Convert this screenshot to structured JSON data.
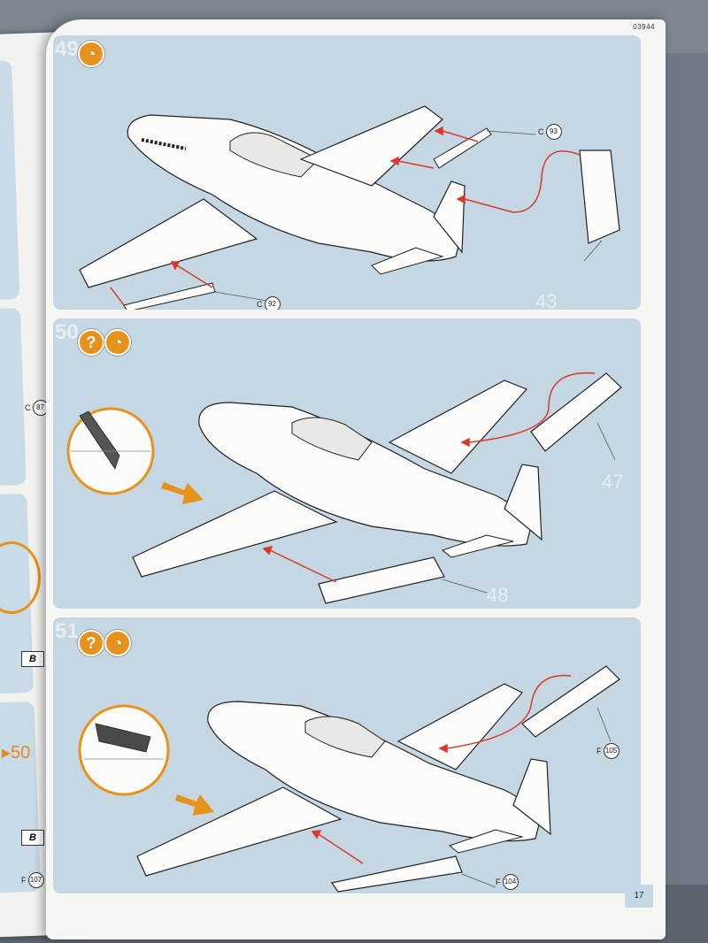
{
  "page": {
    "code": "03944",
    "page_number": "17"
  },
  "steps": [
    {
      "number": "49",
      "parts": [
        {
          "label": "43"
        }
      ],
      "callouts": [
        {
          "sprue": "C",
          "part": "93"
        },
        {
          "sprue": "C",
          "part": "92"
        }
      ]
    },
    {
      "number": "50",
      "parts": [
        {
          "label": "47"
        },
        {
          "label": "48"
        }
      ]
    },
    {
      "number": "51",
      "callouts": [
        {
          "sprue": "F",
          "part": "105"
        },
        {
          "sprue": "F",
          "part": "104"
        }
      ]
    }
  ],
  "left_page": {
    "callout_1": {
      "sprue": "C",
      "part": "87"
    },
    "arrow_label": "50",
    "flag_1": "B",
    "flag_2": "B",
    "callout_2": {
      "sprue": "F",
      "part": "107"
    }
  },
  "icons": {
    "badge_paint": "paint-icon",
    "badge_question": "question-icon"
  },
  "colors": {
    "panel": "#c5d7e3",
    "accent_orange": "#e8921e",
    "arrow_red": "#d83a2a"
  }
}
